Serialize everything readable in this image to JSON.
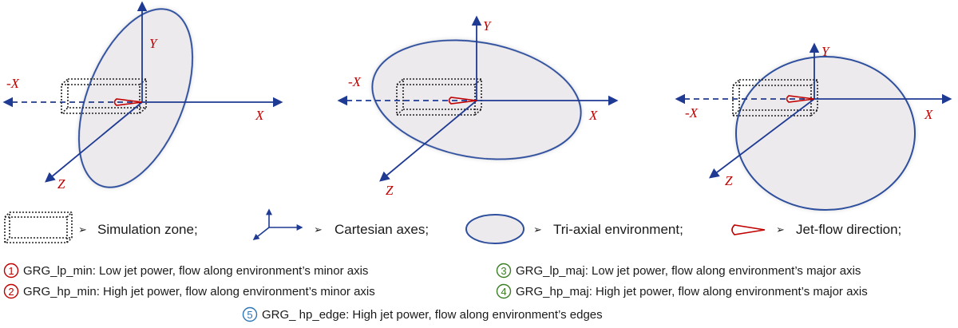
{
  "panels": [
    {
      "x_label": "X",
      "neg_x_label": "-X",
      "y_label": "Y",
      "z_label": "Z"
    },
    {
      "x_label": "X",
      "neg_x_label": "-X",
      "y_label": "Y",
      "z_label": "Z"
    },
    {
      "x_label": "X",
      "neg_x_label": "-X",
      "y_label": "Y",
      "z_label": "Z"
    }
  ],
  "legend": {
    "bullet_glyph": "➢",
    "items": [
      {
        "label": "Simulation zone;",
        "icon": "dotted-box-icon"
      },
      {
        "label": "Cartesian axes;",
        "icon": "axes-icon"
      },
      {
        "label": "Tri-axial environment;",
        "icon": "ellipse-icon"
      },
      {
        "label": "Jet-flow direction;",
        "icon": "jet-cone-icon"
      }
    ]
  },
  "cases": [
    {
      "num": "1",
      "color": "#c00000",
      "name": "GRG_lp_min:",
      "desc": "Low jet power, flow along environment’s  minor axis"
    },
    {
      "num": "2",
      "color": "#c00000",
      "name": "GRG_hp_min:",
      "desc": "High jet power, flow along environment’s  minor axis"
    },
    {
      "num": "3",
      "color": "#3a7d22",
      "name": "GRG_lp_maj:",
      "desc": "Low jet power, flow along environment’s major axis"
    },
    {
      "num": "4",
      "color": "#3a7d22",
      "name": "GRG_hp_maj:",
      "desc": "High jet power, flow along environment’s major axis"
    },
    {
      "num": "5",
      "color": "#2e75b6",
      "name": "GRG_ hp_edge:",
      "desc": "High jet power, flow along environment’s edges"
    }
  ],
  "colors": {
    "axis": "#1f3a93",
    "label": "#c00000",
    "ellipse_fill": "#eceaec",
    "ellipse_stroke": "#2e4f9e",
    "jet": "#c00000"
  }
}
